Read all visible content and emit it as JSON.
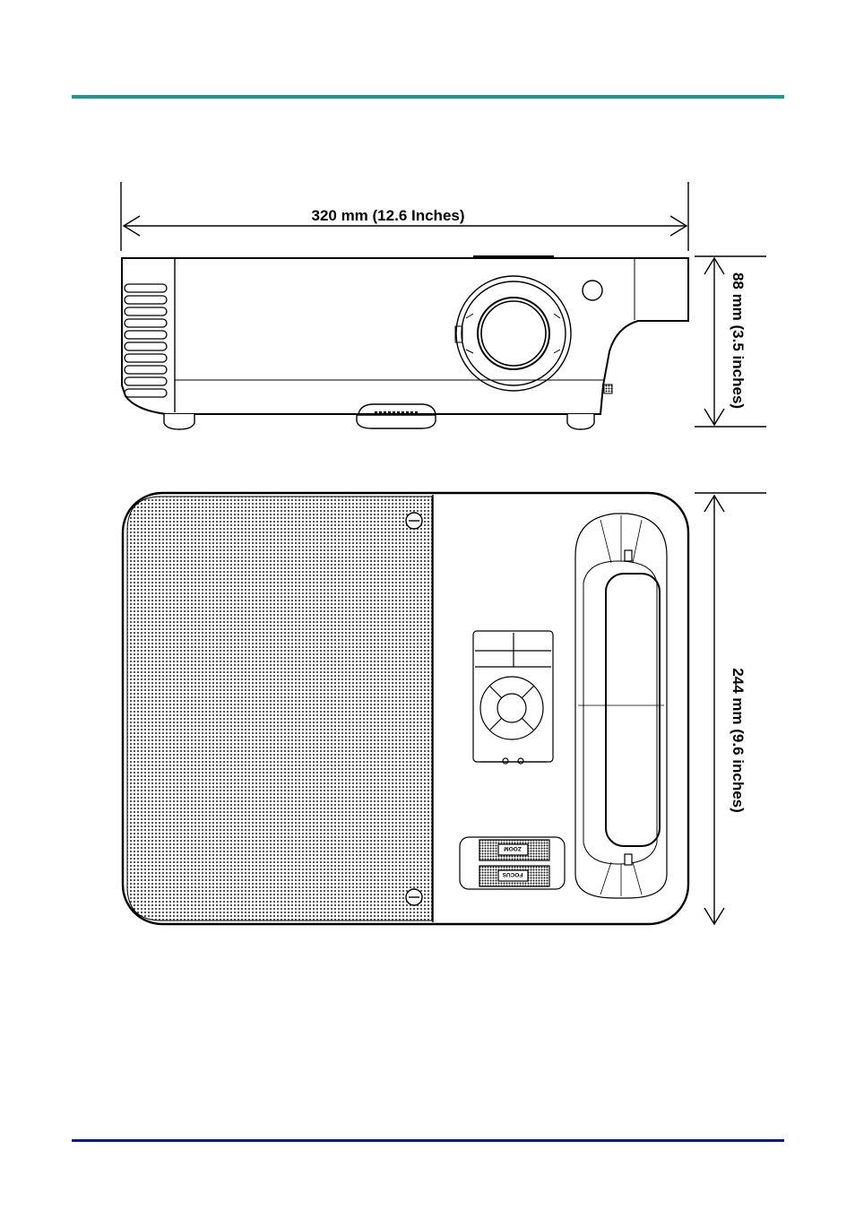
{
  "colors": {
    "header_rule": "#1a9a8c",
    "footer_rule": "#0a1a8a",
    "line": "#000000",
    "background": "#ffffff"
  },
  "dimensions": {
    "width_label": "320 mm (12.6 Inches)",
    "height_label": "88 mm (3.5 inches)",
    "depth_label": "244 mm (9.6 inches)"
  },
  "top_view": {
    "zoom_label": "ZOOM",
    "focus_label": "FOCUS"
  }
}
